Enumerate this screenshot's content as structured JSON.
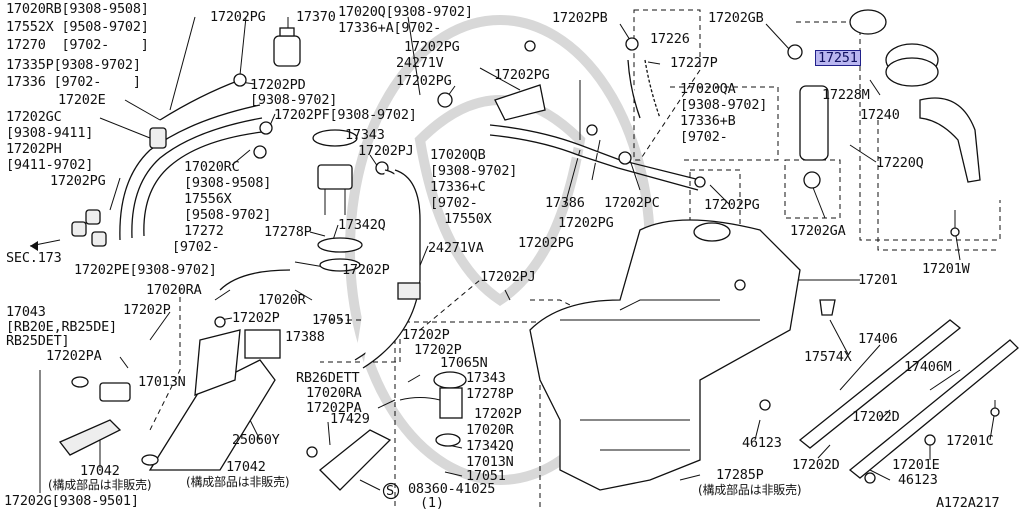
{
  "diagram": {
    "highlight_color": "#b9b6f0",
    "labels": {
      "t1": "17020RB[9308-9508]",
      "t2": "17552X [9508-9702]",
      "t3": "17270  [9702-    ]",
      "t4": "17335P[9308-9702]",
      "t5": "17336 [9702-    ]",
      "t6": "17202E",
      "t7": "17202GC",
      "t8": "[9308-9411]",
      "t9": "17202PH",
      "t10": "[9411-9702]",
      "t11": "17202PG",
      "t12": "SEC.173",
      "t13": "17202PE[9308-9702]",
      "t14": "17202PG",
      "t15": "17370",
      "t16": "17202PD",
      "t17": "[9308-9702]",
      "t18": "17202PF[9308-9702]",
      "t19": "17343",
      "t20": "17202PJ",
      "t21": "17020RC",
      "t22": "[9308-9508]",
      "t23": "17556X",
      "t24": "[9508-9702]",
      "t25": "17272",
      "t26": "[9702-",
      "t27": "17278P",
      "t28": "17342Q",
      "t29": "17550X",
      "t30": "17202P",
      "t31": "17020RA",
      "t32": "17020R",
      "t33": "17051",
      "t34": "17202P",
      "t35": "17388",
      "t36": "17043",
      "t37": "[RB20E,RB25DE]",
      "t38": "RB25DET]",
      "t39": "17202P",
      "t40": "17202PA",
      "t41": "17013N",
      "t42": "17042",
      "t43": "(構成部品は非販売)",
      "t44": "17202G[9308-9501]",
      "t45": "17020Q[9308-9702]",
      "t46": "17336+A[9702-",
      "t47": "17202PG",
      "t48": "24271V",
      "t49": "17202PG",
      "t50": "17202PG",
      "t51": "17202PB",
      "t52": "17226",
      "t53": "17227P",
      "t54": "17202GB",
      "t55": "17251",
      "t56": "17228M",
      "t57": "17240",
      "t58": "17220Q",
      "t59": "17020QA",
      "t60": "[9308-9702]",
      "t61": "17336+B",
      "t62": "[9702-",
      "t63": "17020QB",
      "t64": "[9308-9702]",
      "t65": "17336+C",
      "t66": "[9702-",
      "t67": "17386",
      "t68": "17202PC",
      "t69": "17202PG",
      "t70": "17202PG",
      "t71": "17202PG",
      "t72": "17202GA",
      "t73": "24271VA",
      "t74": "17201W",
      "t75": "17202PJ",
      "t76": "17201",
      "t77": "17202P",
      "t78": "17202P",
      "t79": "17065N",
      "t80": "17343",
      "t81": "17278P",
      "t82": "RB26DETT",
      "t83": "17020RA",
      "t84": "17202PA",
      "t85": "17202P",
      "t86": "17429",
      "t87": "17020R",
      "t88": "17342Q",
      "t89": "17013N",
      "t90": "17051",
      "t91": "25060Y",
      "t92": "17042",
      "t93": "(構成部品は非販売)",
      "t94": "08360-41025",
      "t95": "(1)",
      "t96": "17574X",
      "t97": "17406",
      "t98": "17406M",
      "t99": "17202D",
      "t100": "46123",
      "t101": "17202D",
      "t102": "17201C",
      "t103": "17201E",
      "t104": "46123",
      "t105": "17285P",
      "t106": "(構成部品は非販売)",
      "t107": "A172A217",
      "t108": "S"
    }
  }
}
